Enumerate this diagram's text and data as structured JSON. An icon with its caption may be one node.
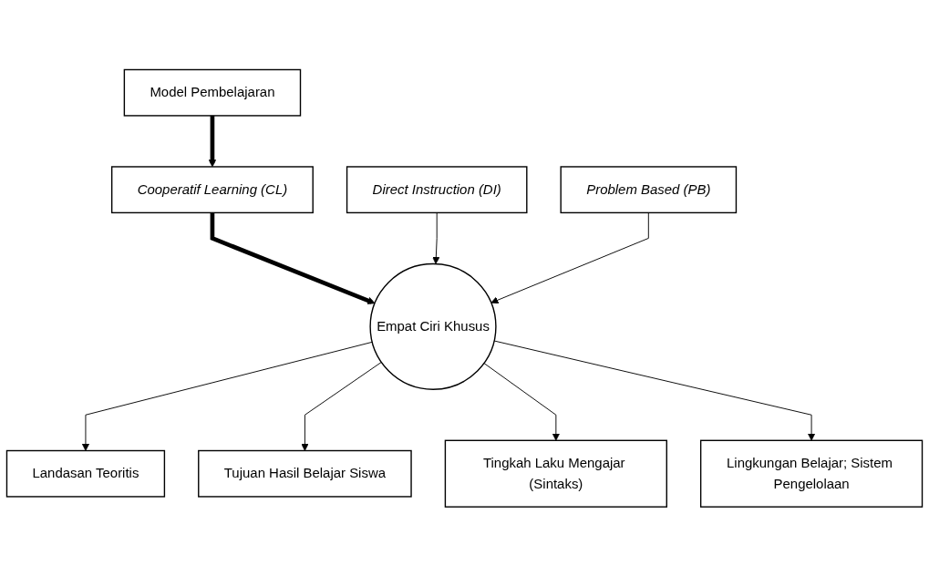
{
  "diagram": {
    "nodes": [
      {
        "text": [
          "Model Pembelajaran"
        ]
      },
      {
        "text": [
          "Direct Instruction (DI)"
        ]
      },
      {
        "text": [
          "Cooperatif Learning (CL)"
        ]
      },
      {
        "text": [
          "Problem Based (PB)"
        ]
      },
      {
        "text": [
          "Empat Ciri Khusus"
        ]
      },
      {
        "text": [
          "Landasan Teoritis"
        ]
      },
      {
        "text": [
          "Tujuan Hasil Belajar Siswa"
        ]
      },
      {
        "text": [
          "Tingkah Laku Mengajar (Sintaks)"
        ]
      },
      {
        "text": [
          "Lingkungan Belajar; Sistem Pengelolaan"
        ]
      }
    ],
    "edges": [
      {
        "from": 0,
        "to": 2,
        "arrow": "to",
        "style": "thick"
      },
      {
        "from": 2,
        "to": 4,
        "arrow": "to",
        "style": "thick"
      },
      {
        "from": 1,
        "to": 4,
        "arrow": "to"
      },
      {
        "from": 3,
        "to": 4,
        "arrow": "to"
      },
      {
        "from": 4,
        "to": 5,
        "arrow": "to"
      },
      {
        "from": 4,
        "to": 6,
        "arrow": "to"
      },
      {
        "from": 4,
        "to": 7,
        "arrow": "to"
      },
      {
        "from": 4,
        "to": 8,
        "arrow": "to"
      }
    ]
  }
}
